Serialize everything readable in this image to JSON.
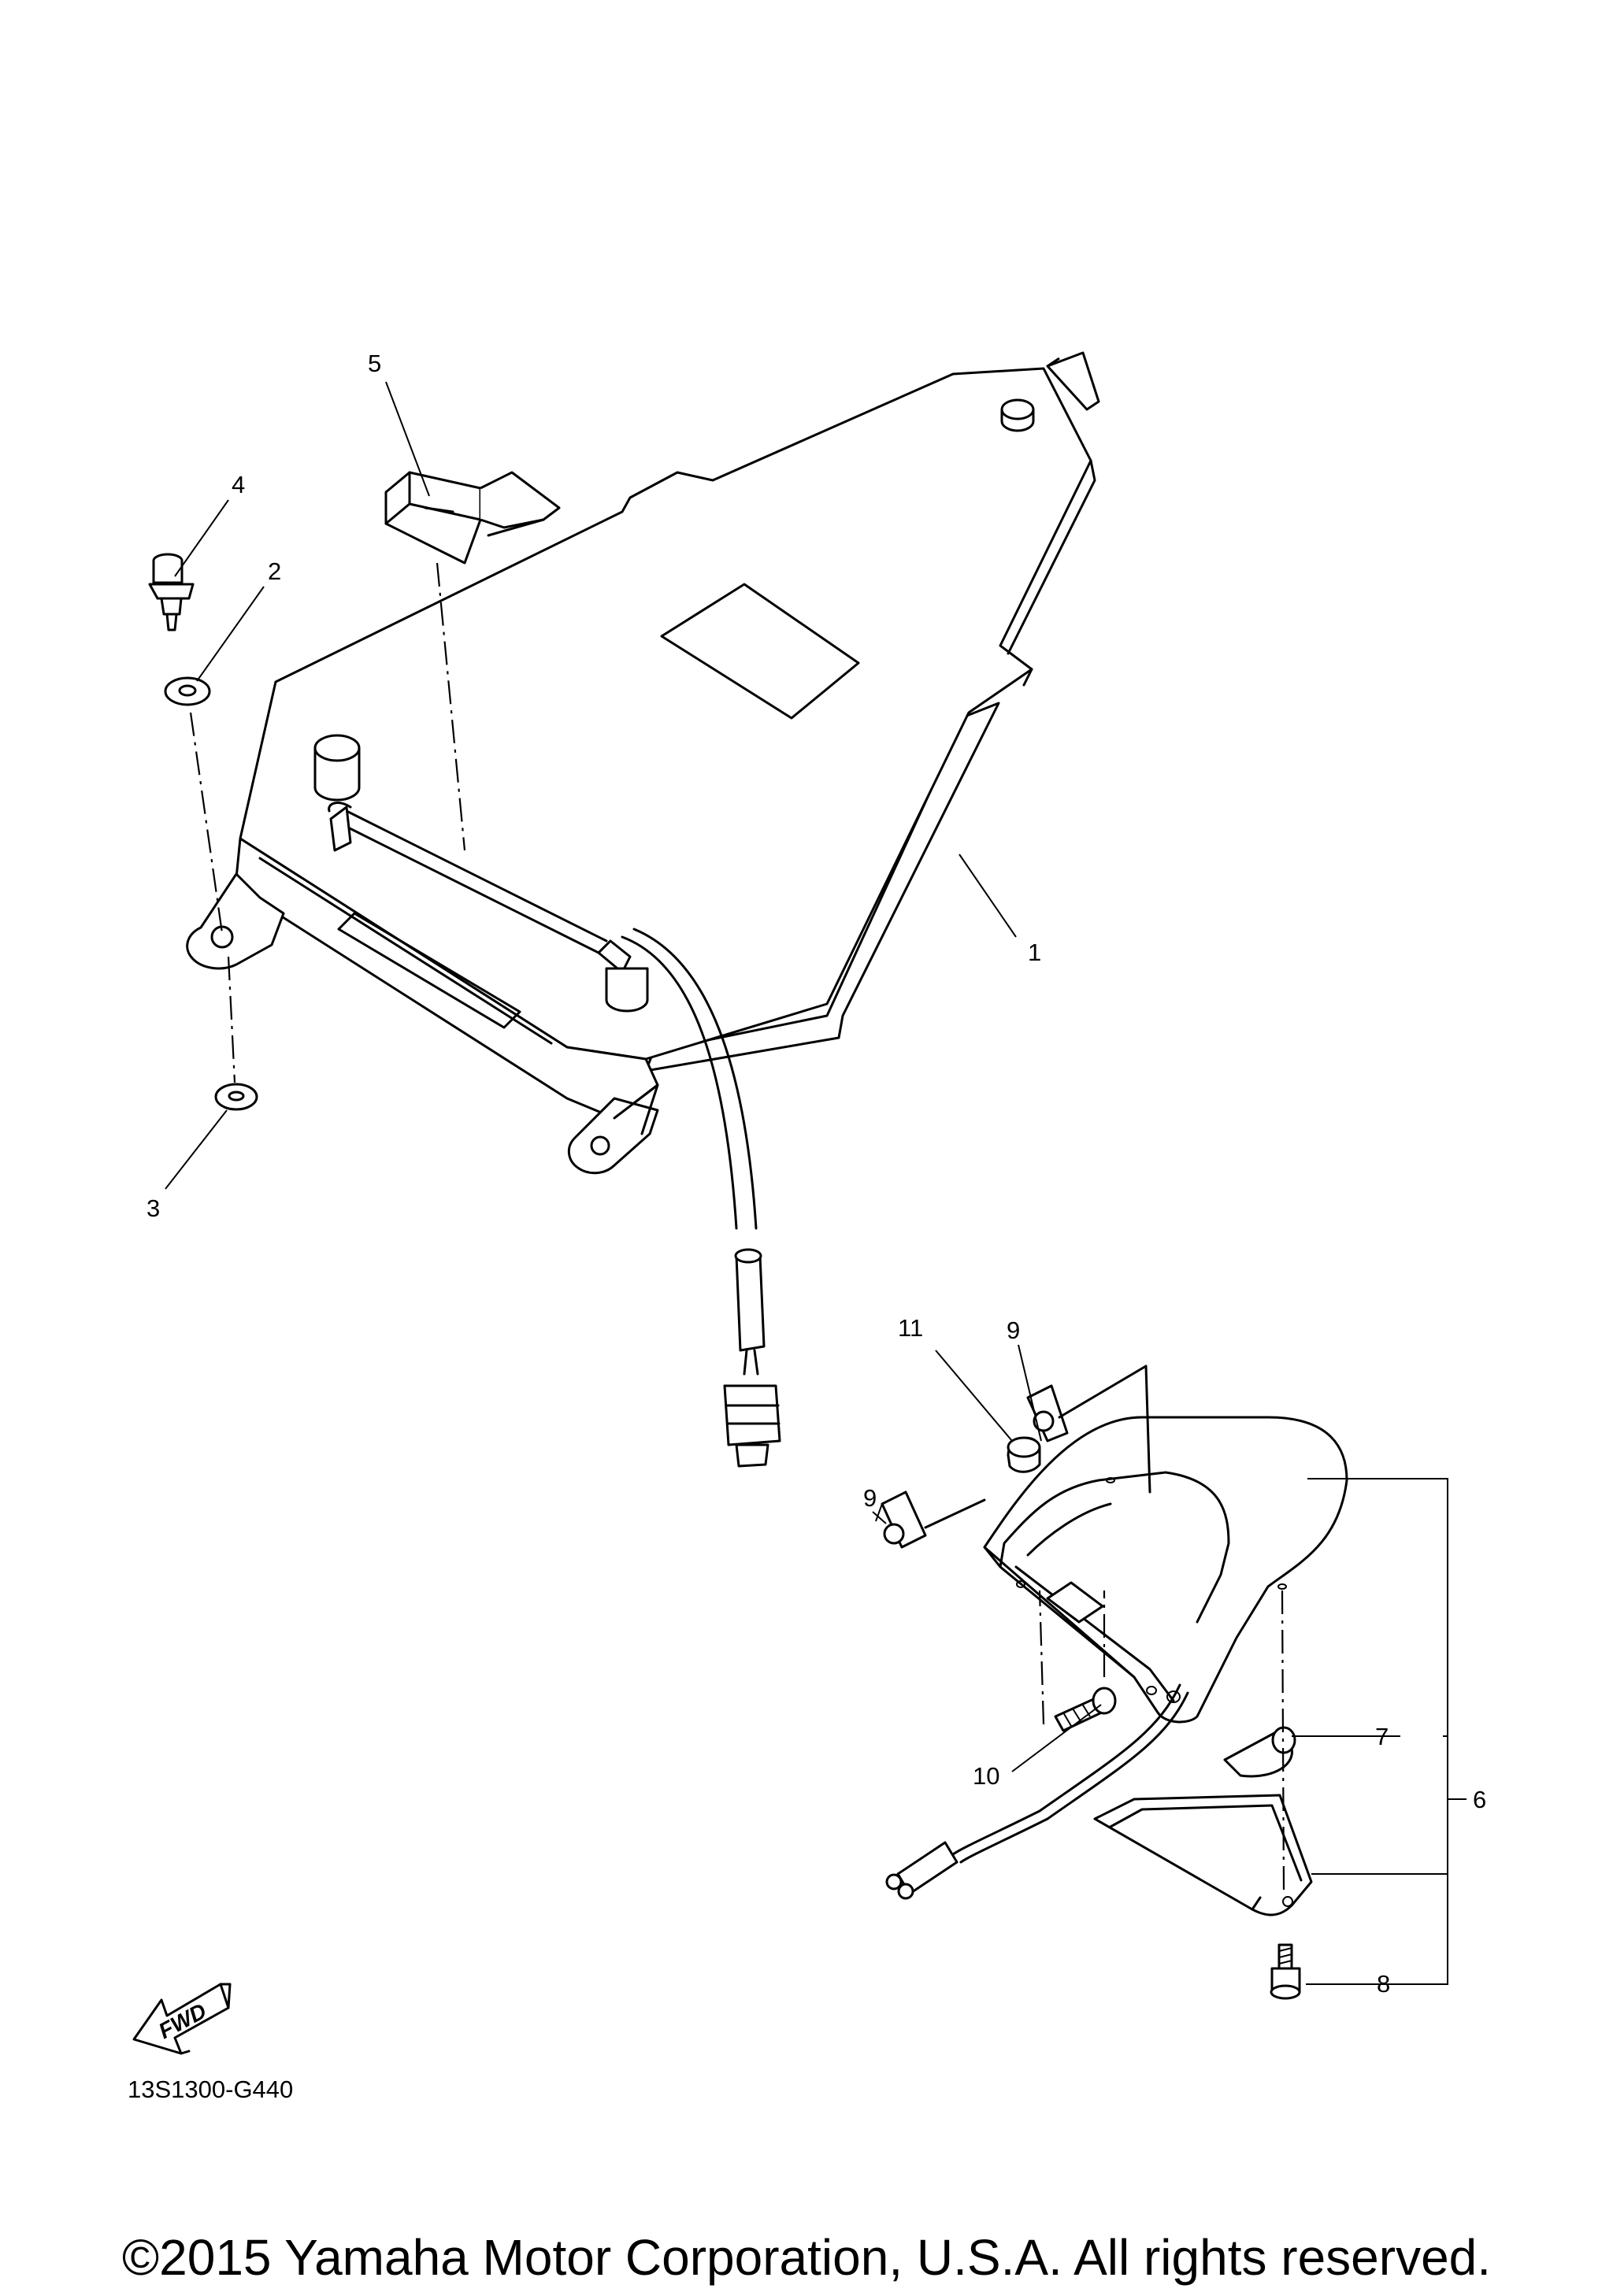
{
  "diagram": {
    "callouts": {
      "c1": "1",
      "c2": "2",
      "c3": "3",
      "c4": "4",
      "c5": "5",
      "c6": "6",
      "c7": "7",
      "c8": "8",
      "c9a": "9",
      "c9b": "9",
      "c10": "10",
      "c11": "11"
    },
    "fwd_label": "FWD",
    "diagram_code": "13S1300-G440"
  },
  "footer": {
    "copyright": "©2015 Yamaha Motor Corporation, U.S.A. All rights reserved."
  }
}
